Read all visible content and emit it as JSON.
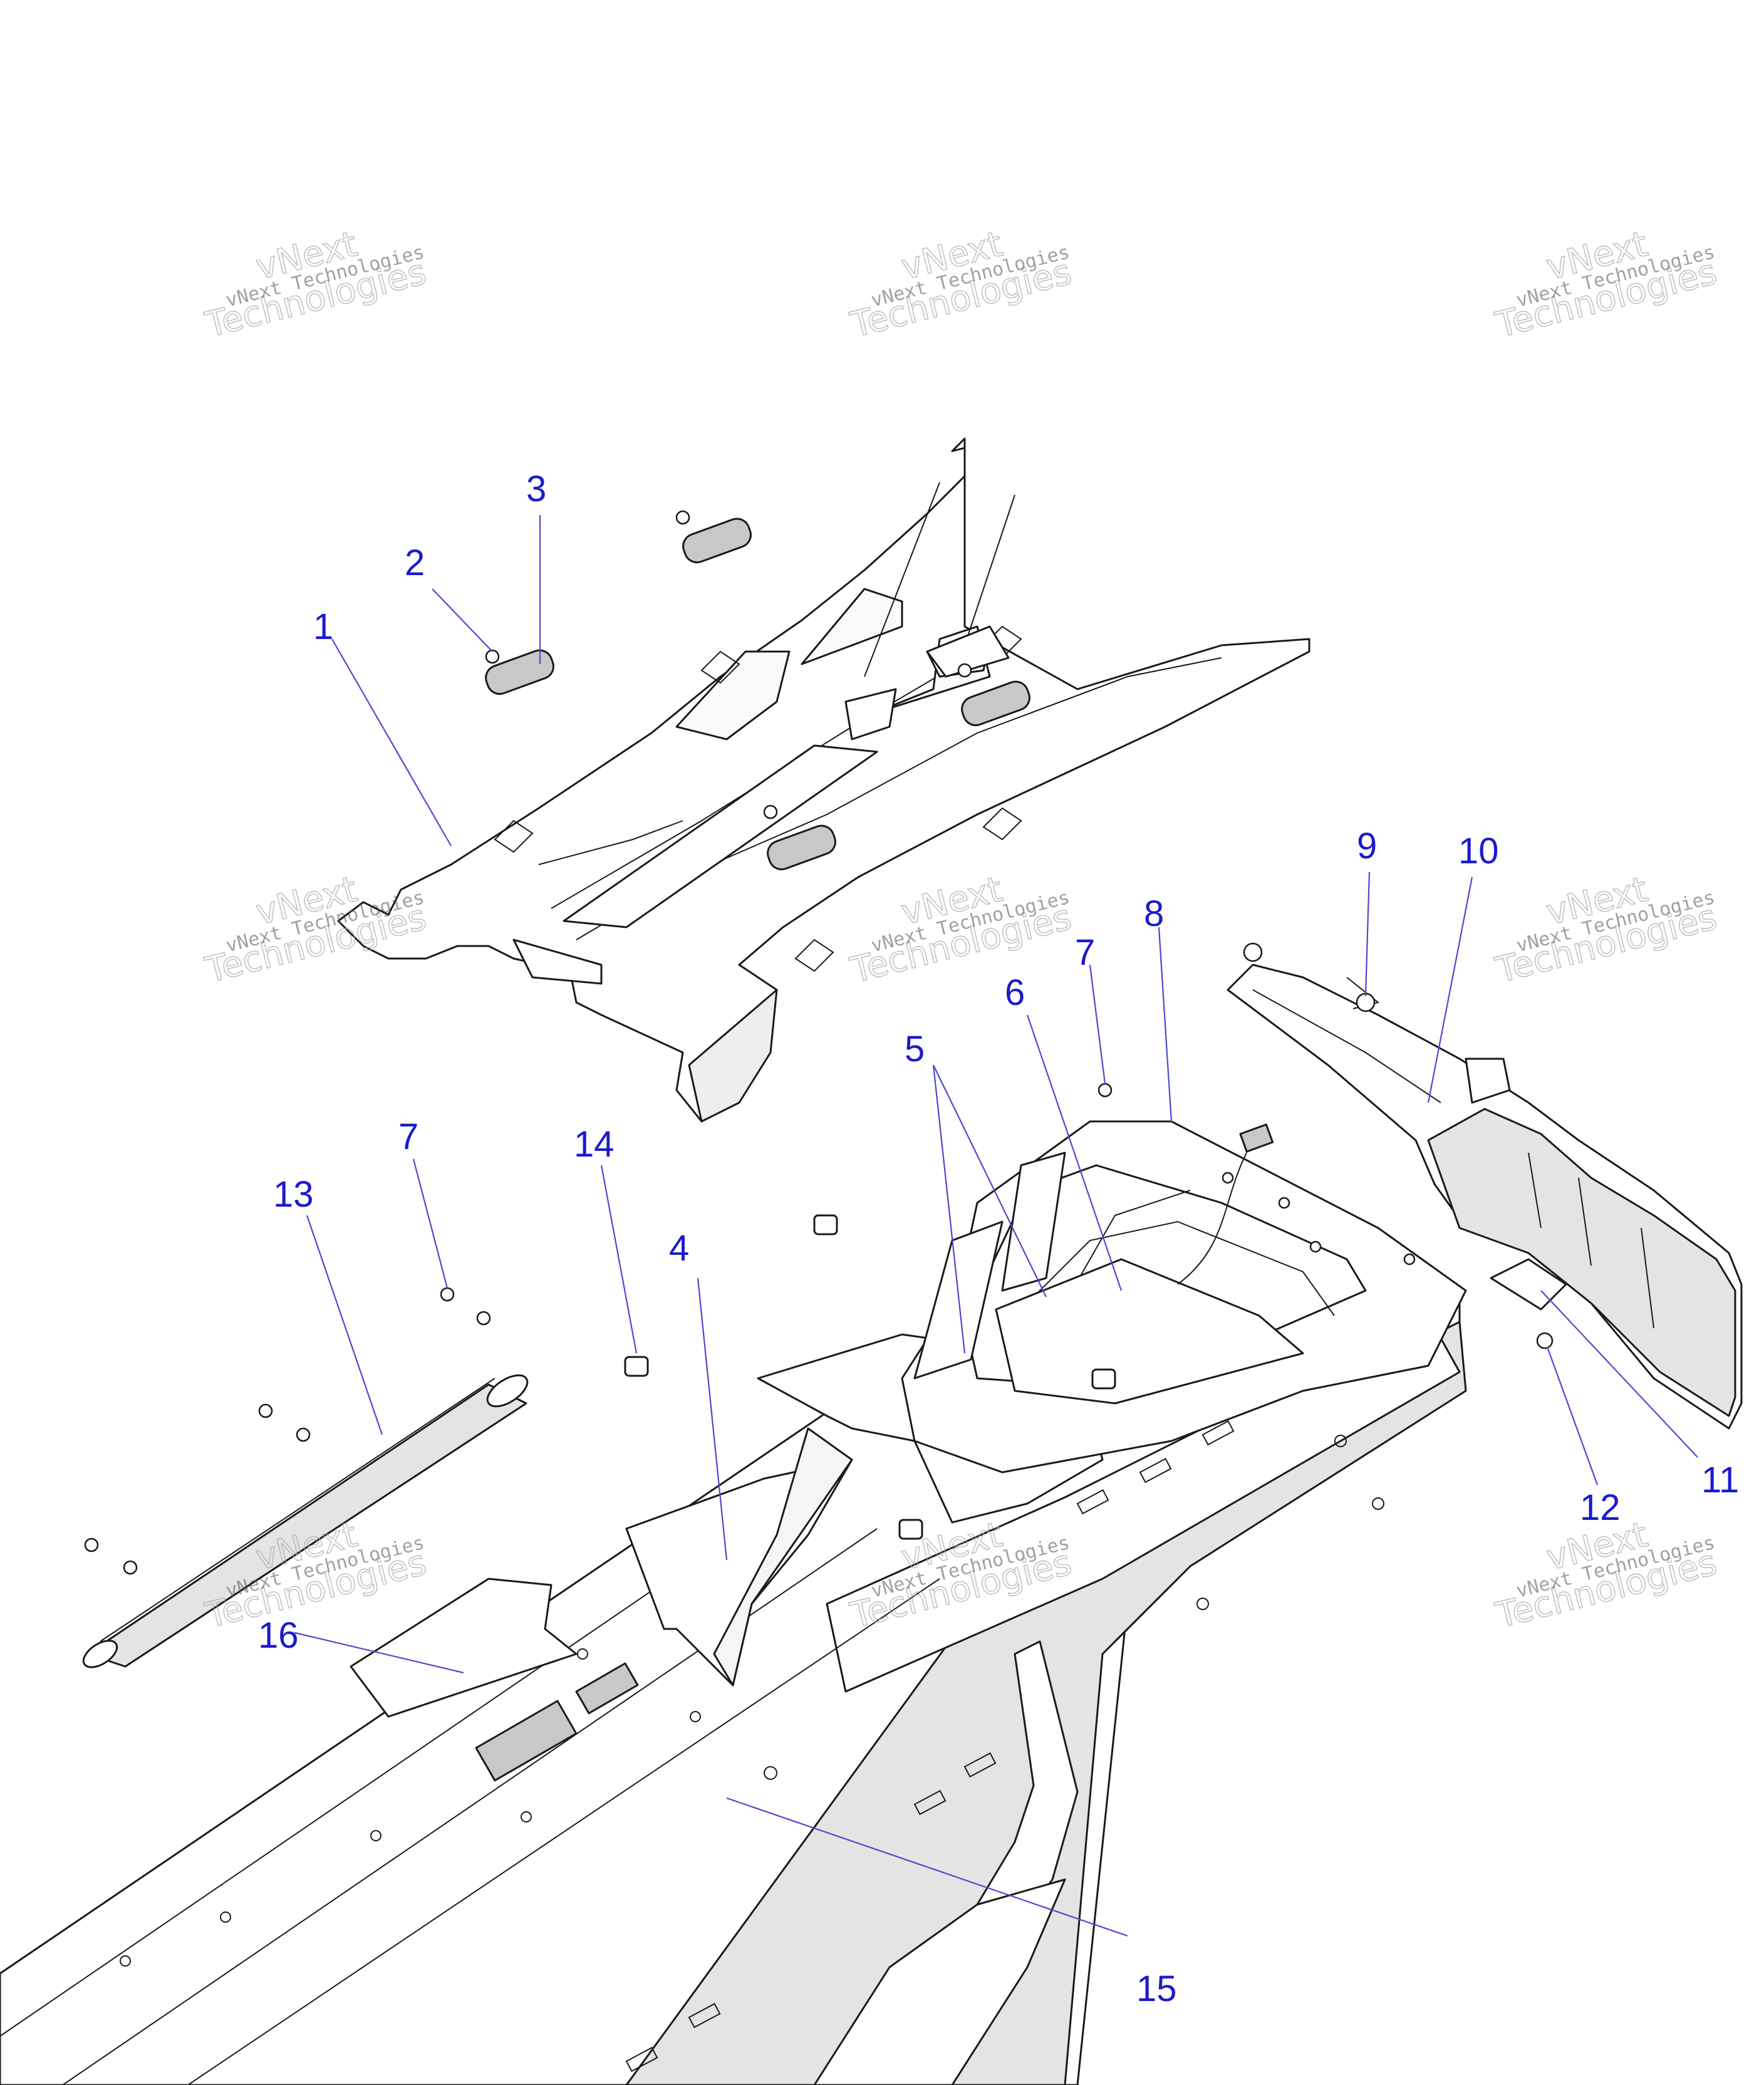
{
  "diagram": {
    "watermark": {
      "line1": "vNext",
      "line2": "Technologies",
      "line3": "vNext Technologies"
    },
    "callouts": [
      {
        "id": "c1",
        "label": "1"
      },
      {
        "id": "c2",
        "label": "2"
      },
      {
        "id": "c3",
        "label": "3"
      },
      {
        "id": "c4",
        "label": "4"
      },
      {
        "id": "c5",
        "label": "5"
      },
      {
        "id": "c6",
        "label": "6"
      },
      {
        "id": "c7a",
        "label": "7"
      },
      {
        "id": "c7b",
        "label": "7"
      },
      {
        "id": "c8",
        "label": "8"
      },
      {
        "id": "c9",
        "label": "9"
      },
      {
        "id": "c10",
        "label": "10"
      },
      {
        "id": "c11",
        "label": "11"
      },
      {
        "id": "c12",
        "label": "12"
      },
      {
        "id": "c13",
        "label": "13"
      },
      {
        "id": "c14",
        "label": "14"
      },
      {
        "id": "c15",
        "label": "15"
      },
      {
        "id": "c16",
        "label": "16"
      }
    ],
    "colors": {
      "callout": "#1a1acc",
      "leader": "#4a4ad0",
      "outline": "#1a1a1a"
    }
  }
}
